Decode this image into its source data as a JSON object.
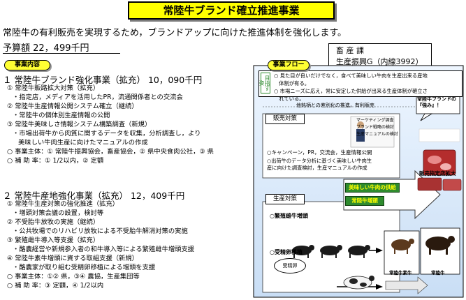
{
  "header": {
    "title": "常陸牛ブランド確立推進事業",
    "subtitle": "常陸牛の有利販売を実現するため，ブランドアップに向けた推進体制を強化します。",
    "budget": "予算額 22，499千円"
  },
  "department": {
    "line1": "畜 産 課",
    "line2": "生産振興G（内線3992）"
  },
  "labels": {
    "contents_tag": "事業内容",
    "flow_tag": "事業フロー"
  },
  "section1": {
    "title": "１ 常陸牛ブランド強化事業（拡充） 10，090千円",
    "lines": [
      {
        "text": "① 常陸牛販路拡大対策（拡充）",
        "level": 1
      },
      {
        "text": "・指定店，メディアを活用したPR，流通関係者との交流会",
        "level": 2
      },
      {
        "text": "② 常陸牛生産情報公開システム確立（継続）",
        "level": 1
      },
      {
        "text": "・常陸牛の個体別生産情報の公開",
        "level": 2
      },
      {
        "text": "③ 常陸牛美味しさ情報システム構築調査（新規）",
        "level": 1
      },
      {
        "text": "・市場出荷牛から肉質に関するデータを収集，分析調査し，より",
        "level": 2
      },
      {
        "text": "美味しい牛肉生産に向けたマニュアルの作成",
        "level": 3
      },
      {
        "text": "○ 事業主体：① 常陸牛振興協会，畜産協会，② 県中央食肉公社，③ 県",
        "level": 1
      },
      {
        "text": "○ 補 助 率：① 1/2以内，② 定額",
        "level": 1
      }
    ]
  },
  "section2": {
    "title": "２ 常陸牛産地強化事業（拡充） 12，409千円",
    "lines": [
      {
        "text": "① 常陸牛生産対策の強化推進（拡充）",
        "level": 1
      },
      {
        "text": "・増頭対策会議の設置，検討等",
        "level": 2
      },
      {
        "text": "② 不受胎牛放牧の実施（継続）",
        "level": 1
      },
      {
        "text": "・公共牧場でのリハビリ放牧による不受胎牛解消対策の実施",
        "level": 2
      },
      {
        "text": "③ 繁殖雌牛導入等支援（拡充）",
        "level": 1
      },
      {
        "text": "・酪農経営や新規参入者の和牛導入等による繁殖雌牛増頭支援",
        "level": 2
      },
      {
        "text": "④ 常陸牛素牛増頭に資する取組支援（新規）",
        "level": 1
      },
      {
        "text": "・酪農家が取り組む受精卵移植による増頭を支援",
        "level": 2
      },
      {
        "text": "○ 事業主体：①② 県，③④ 農協，生産集団等",
        "level": 1
      },
      {
        "text": "○ 補 助 率：③ 定額，④ 1/2以内",
        "level": 1
      }
    ]
  },
  "flow": {
    "goal_label": "目指す姿",
    "goal_lines": [
      "○ 見た目が良いだけでなく，食べて美味しい牛肉を生産出来る産地",
      "　体制が有る。",
      "○ 市場ニーズに応え，常に安定した供給が出来る生産体制が確立さ",
      "　れている。"
    ],
    "caption": "他銘柄との差別化の推進，有利販売",
    "callout": "常陸牛ブランドの『強み』！",
    "sales_label": "販売対策",
    "slide_lines": [
      "マーケティング調査",
      "ブランド戦略の検討",
      "生産マニュアルの検討"
    ],
    "sales_item1": "○キャンペーン，PR，交流会，生産情報公開",
    "sales_item2a": "○出荷牛のデータ分析に基づく美味しい牛肉生",
    "sales_item2b": "産に向けた調査検討，生産マニュアルの作成",
    "store_label": "販売指定店拡大",
    "delicious": "美味しい牛肉の供給",
    "increase": "常陸牛増頭",
    "production_label": "生産対策",
    "breeding": "○繁殖雌牛増頭",
    "embryo": "○受精卵移植",
    "embryo_box": "受精卵",
    "calf_label": "常陸牛素牛",
    "cattle_label": "常陸牛"
  }
}
